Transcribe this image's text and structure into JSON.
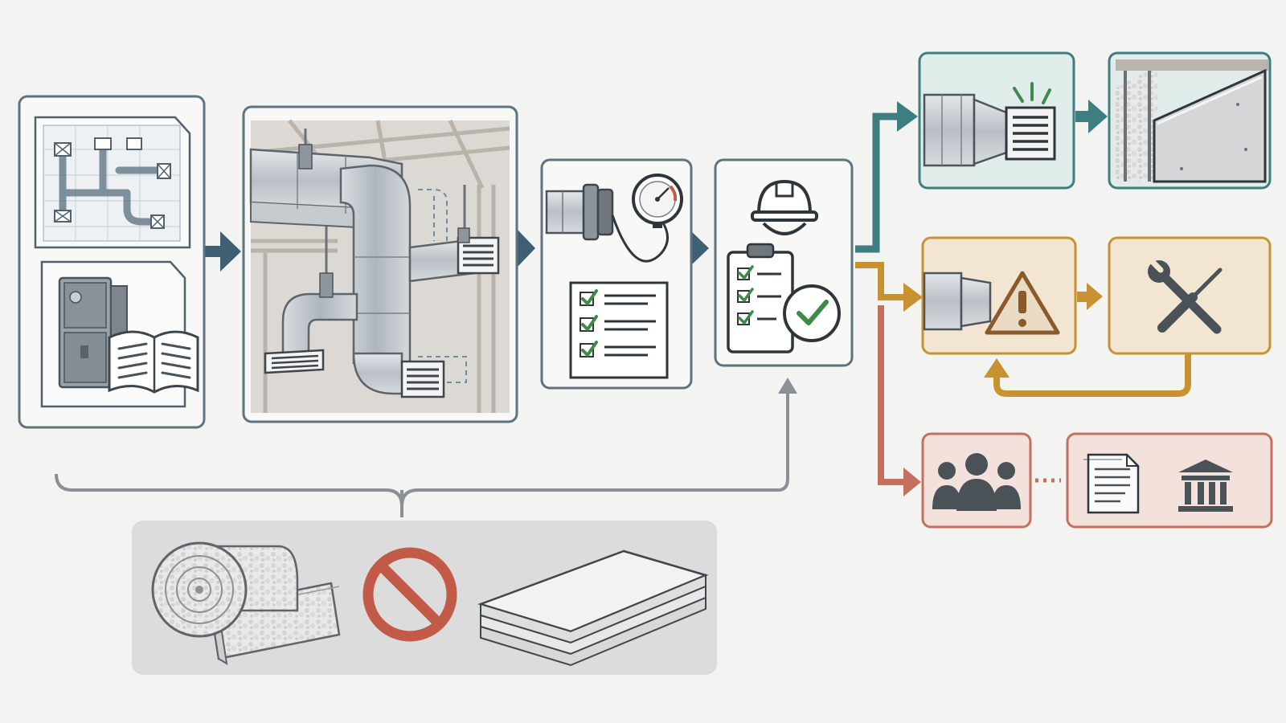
{
  "diagram": {
    "palette": {
      "background": "#f3f3f1",
      "card_border": "#5f7280",
      "card_fill": "#f8f8f6",
      "primary_arrow": "#3f5f73",
      "pass_branch": "#3e7d80",
      "pass_fill": "#dfece9",
      "fail_branch": "#c7922f",
      "fail_fill": "#f2e6d2",
      "report_branch": "#c56f5e",
      "report_fill": "#f3e2dc",
      "check_green": "#3f8a4a",
      "prohibited_red": "#c25a48",
      "warning_brown": "#8a5a2a",
      "metal_gray": "#bfc5ca",
      "bracket_gray": "#8a9096",
      "materials_panel": "#dcdcdc"
    },
    "nodes": [
      {
        "id": "plans-and-specs",
        "icons": [
          "blueprint-icon",
          "hvac-unit-icon",
          "manual-book-icon"
        ]
      },
      {
        "id": "ductwork-installation",
        "icons": [
          "ductwork-scene-icon",
          "register-vent-icon"
        ]
      },
      {
        "id": "pressure-test",
        "icons": [
          "duct-fitting-icon",
          "pressure-gauge-icon",
          "checklist-icon"
        ]
      },
      {
        "id": "inspector-review",
        "icons": [
          "hard-hat-icon",
          "clipboard-checklist-icon",
          "approved-check-icon"
        ]
      },
      {
        "id": "pass-ready-duct",
        "icons": [
          "duct-register-icon",
          "airflow-lines-icon"
        ]
      },
      {
        "id": "pass-cover-wall",
        "icons": [
          "insulated-wall-icon",
          "drywall-panel-icon"
        ]
      },
      {
        "id": "fail-duct-warning",
        "icons": [
          "duct-fitting-icon",
          "warning-triangle-icon"
        ]
      },
      {
        "id": "fail-repair",
        "icons": [
          "wrench-icon",
          "screwdriver-icon"
        ]
      },
      {
        "id": "report-people",
        "icons": [
          "people-group-icon"
        ]
      },
      {
        "id": "report-document-authority",
        "icons": [
          "document-icon",
          "government-building-icon"
        ]
      },
      {
        "id": "prohibited-materials",
        "icons": [
          "insulation-roll-icon",
          "prohibited-icon",
          "drywall-stack-icon"
        ]
      }
    ],
    "edges": [
      {
        "from": "plans-and-specs",
        "to": "ductwork-installation",
        "style": "solid"
      },
      {
        "from": "ductwork-installation",
        "to": "pressure-test",
        "style": "solid"
      },
      {
        "from": "pressure-test",
        "to": "inspector-review",
        "style": "solid"
      },
      {
        "from": "inspector-review",
        "to": "pass-ready-duct",
        "style": "solid",
        "branch": "pass"
      },
      {
        "from": "pass-ready-duct",
        "to": "pass-cover-wall",
        "style": "solid",
        "branch": "pass"
      },
      {
        "from": "inspector-review",
        "to": "fail-duct-warning",
        "style": "solid",
        "branch": "fail"
      },
      {
        "from": "fail-duct-warning",
        "to": "fail-repair",
        "style": "solid",
        "branch": "fail"
      },
      {
        "from": "fail-repair",
        "to": "fail-duct-warning",
        "style": "loop",
        "branch": "fail"
      },
      {
        "from": "inspector-review",
        "to": "report-people",
        "style": "solid",
        "branch": "report"
      },
      {
        "from": "report-people",
        "to": "report-document-authority",
        "style": "dotted",
        "branch": "report"
      },
      {
        "from": "prohibited-materials",
        "to": "inspector-review",
        "style": "bracket"
      }
    ]
  }
}
